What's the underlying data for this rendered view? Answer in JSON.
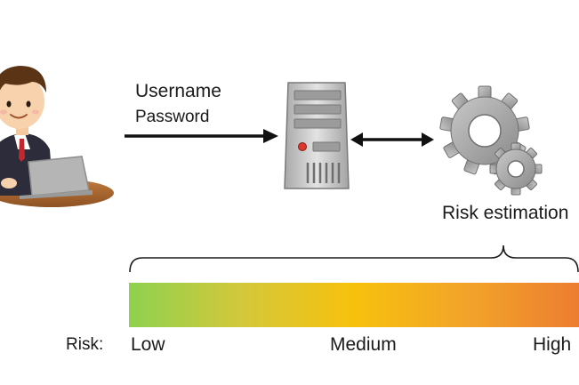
{
  "credentials": {
    "username_label": "Username",
    "password_label": "Password"
  },
  "risk_estimation": {
    "label": "Risk estimation"
  },
  "risk_scale": {
    "label": "Risk:",
    "levels": [
      "Low",
      "Medium",
      "High"
    ],
    "gradient_colors": [
      "#8fd14f",
      "#d3c83b",
      "#f7c10d",
      "#f2a42a",
      "#ec7d30"
    ]
  },
  "icons": [
    "user-at-laptop-icon",
    "server-icon",
    "gears-icon"
  ]
}
